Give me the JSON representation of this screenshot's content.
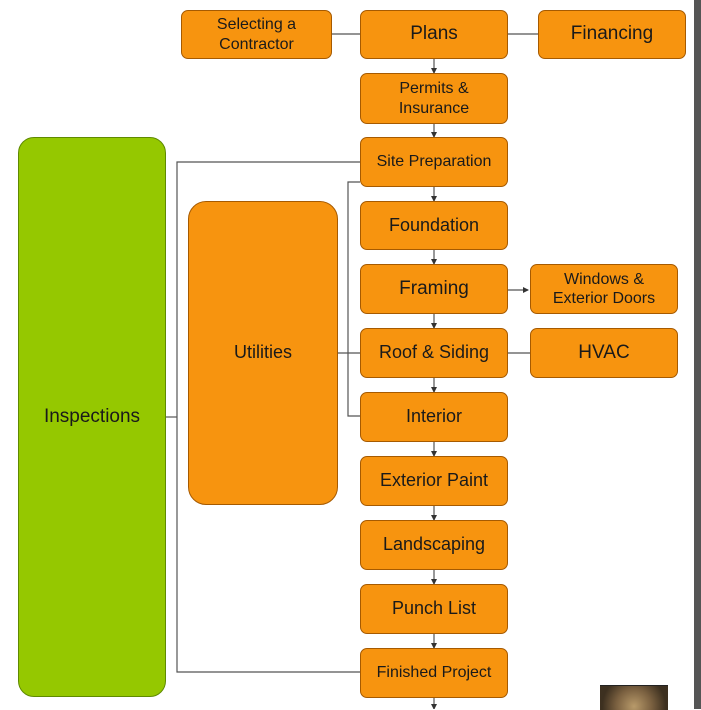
{
  "nodes": {
    "selecting_contractor": "Selecting a Contractor",
    "plans": "Plans",
    "financing": "Financing",
    "permits": "Permits & Insurance",
    "site_prep": "Site Preparation",
    "foundation": "Foundation",
    "framing": "Framing",
    "windows_doors": "Windows & Exterior Doors",
    "roof_siding": "Roof & Siding",
    "hvac": "HVAC",
    "interior": "Interior",
    "exterior_paint": "Exterior Paint",
    "landscaping": "Landscaping",
    "punch_list": "Punch List",
    "finished": "Finished Project",
    "utilities": "Utilities",
    "inspections": "Inspections"
  },
  "colors": {
    "task": "#f7940f",
    "inspections": "#95c800",
    "border": "#a65a00",
    "line": "#555555"
  }
}
